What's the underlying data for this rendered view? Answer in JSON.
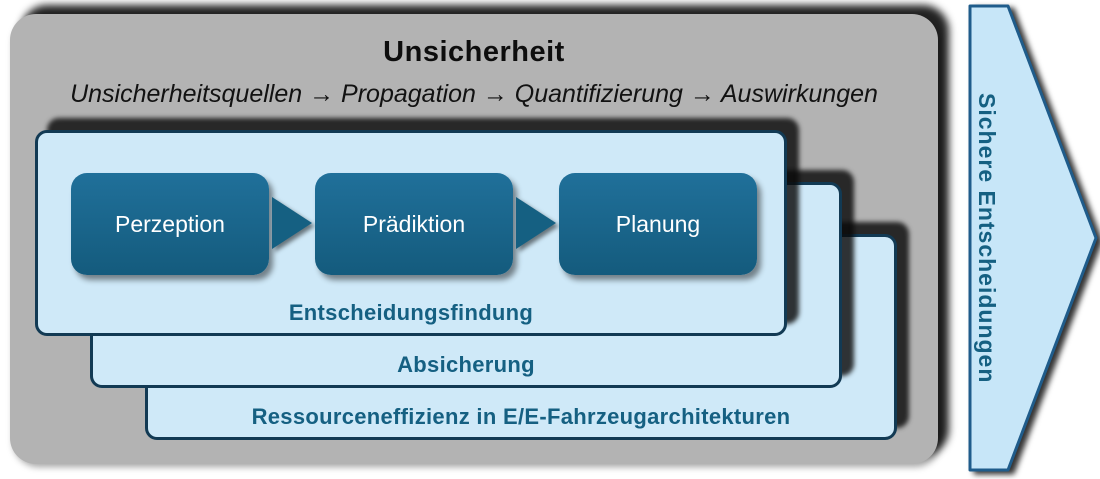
{
  "header": {
    "title": "Unsicherheit",
    "subtitle": "Unsicherheitsquellen → Propagation → Quantifizierung → Auswirkungen"
  },
  "layers": [
    {
      "label": "Entscheidungsfindung"
    },
    {
      "label": "Absicherung"
    },
    {
      "label": "Ressourceneffizienz in E/E-Fahrzeugarchitekturen"
    }
  ],
  "process": {
    "steps": [
      "Perzeption",
      "Prädiktion",
      "Planung"
    ]
  },
  "side_arrow": {
    "label": "Sichere Entscheidungen"
  },
  "colors": {
    "container_bg": "#b3b3b3",
    "card_bg": "#cfe9f8",
    "card_border": "#123a54",
    "process_box_bg": "#156082",
    "process_box_text": "#ffffff",
    "accent_text": "#156082",
    "side_arrow_fill": "#c7e6f8",
    "side_arrow_border": "#1f5c8b",
    "shadow": "#0a0a0a"
  }
}
